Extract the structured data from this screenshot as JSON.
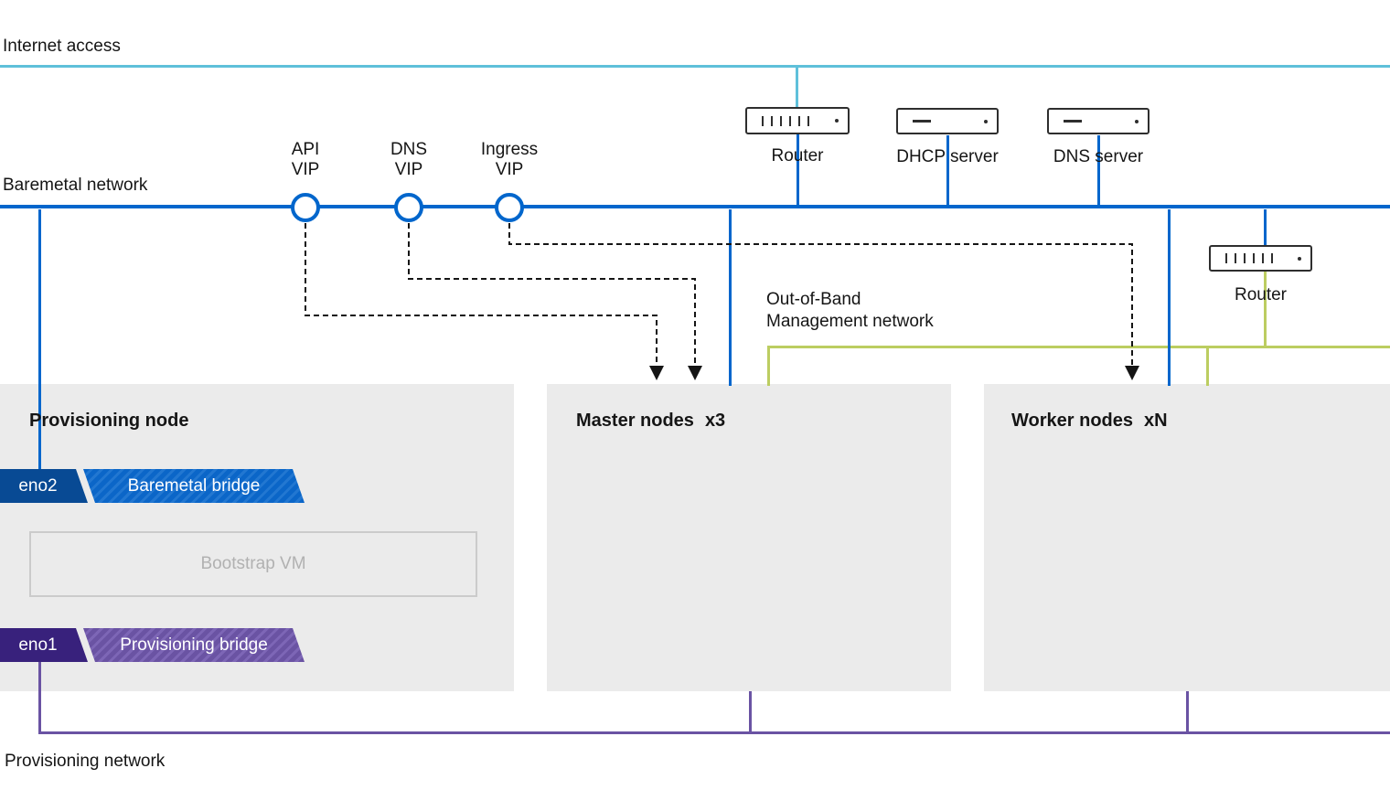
{
  "colors": {
    "internet_line": "#5fc0da",
    "baremetal_line": "#0066cc",
    "oob_line": "#bccd61",
    "provisioning_line": "#6a53a3",
    "eno2_tag": "#084a94",
    "eno1_tag": "#38217c",
    "node_box": "#ebebeb",
    "dashed_connector": "#151515",
    "text": "#151515",
    "muted_text": "#b1b1b1"
  },
  "network_labels": {
    "internet": "Internet access",
    "baremetal": "Baremetal network",
    "oob": "Out-of-Band\nManagement network",
    "provisioning": "Provisioning network"
  },
  "vips": [
    {
      "label": "API\nVIP"
    },
    {
      "label": "DNS\nVIP"
    },
    {
      "label": "Ingress\nVIP"
    }
  ],
  "devices": {
    "router_top": "Router",
    "dhcp_server": "DHCP server",
    "dns_server": "DNS server",
    "router_right": "Router"
  },
  "nodes": {
    "provisioning": {
      "title": "Provisioning node",
      "eno2_label": "eno2",
      "baremetal_bridge": "Baremetal bridge",
      "bootstrap_vm": "Bootstrap VM",
      "eno1_label": "eno1",
      "provisioning_bridge": "Provisioning bridge"
    },
    "master": {
      "title": "Master nodes",
      "count": "x3"
    },
    "worker": {
      "title": "Worker nodes",
      "count": "xN"
    }
  }
}
